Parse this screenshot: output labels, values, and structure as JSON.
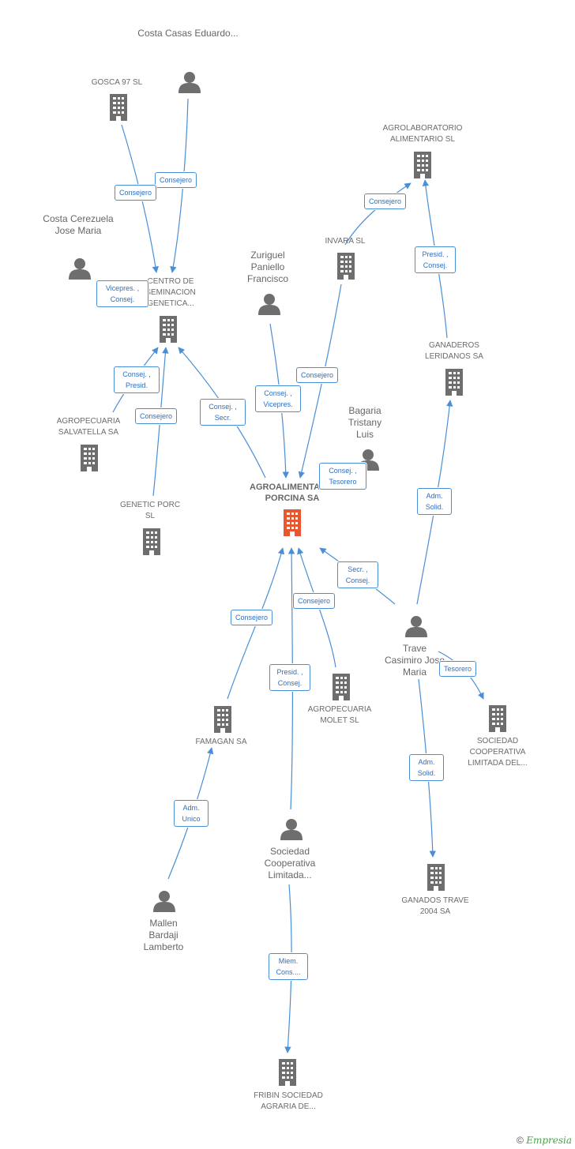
{
  "colors": {
    "edge": "#4a8fd6",
    "icon": "#6e6e6e",
    "center": "#e8572f",
    "label": "#6b6b6b"
  },
  "nodes": {
    "center": {
      "label": "AGROALIMENTARIA PORCINA SA",
      "icon": "building-icon"
    },
    "costa_casas": {
      "label": "Costa Casas Eduardo...",
      "icon": "person-icon"
    },
    "gosca": {
      "label": "GOSCA 97  SL",
      "icon": "building-icon"
    },
    "costa_cerez": {
      "label": "Costa Cerezuela Jose Maria",
      "icon": "person-icon"
    },
    "centro": {
      "label": "CENTRO DE SEMINACION GENETICA...",
      "icon": "building-icon"
    },
    "agrolab": {
      "label": "AGROLABORATORIO ALIMENTARIO SL",
      "icon": "building-icon"
    },
    "invara": {
      "label": "INVARA  SL",
      "icon": "building-icon"
    },
    "zuriguel": {
      "label": "Zuriguel Paniello Francisco",
      "icon": "person-icon"
    },
    "ganaderos": {
      "label": "GANADEROS LERIDANOS SA",
      "icon": "building-icon"
    },
    "bagaria": {
      "label": "Bagaria Tristany Luis",
      "icon": "person-icon"
    },
    "salvatella": {
      "label": "AGROPECUARIA SALVATELLA SA",
      "icon": "building-icon"
    },
    "genetic": {
      "label": "GENETIC PORC SL",
      "icon": "building-icon"
    },
    "trave": {
      "label": "Trave Casimiro Jose Maria",
      "icon": "person-icon"
    },
    "famagan": {
      "label": "FAMAGAN SA",
      "icon": "building-icon"
    },
    "molet": {
      "label": "AGROPECUARIA MOLET  SL",
      "icon": "building-icon"
    },
    "sociedad_coop": {
      "label": "SOCIEDAD COOPERATIVA LIMITADA DEL...",
      "icon": "building-icon"
    },
    "soc_ltda": {
      "label": "Sociedad Cooperativa Limitada...",
      "icon": "person-icon"
    },
    "mallen": {
      "label": "Mallen Bardaji Lamberto",
      "icon": "person-icon"
    },
    "ganados": {
      "label": "GANADOS TRAVE 2004 SA",
      "icon": "building-icon"
    },
    "fribin": {
      "label": "FRIBIN SOCIEDAD AGRARIA DE...",
      "icon": "building-icon"
    }
  },
  "relations": {
    "costa_casas_centro": "Consejero",
    "gosca_centro": "Consejero",
    "costa_cerez_centro": "Vicepres. , Consej.",
    "invara_agrolab": "Consejero",
    "ganaderos_agrolab": "Presid. , Consej.",
    "salvatella_centro": "Consej. , Presid.",
    "genetic_centro": "Consejero",
    "center_centro": "Consej. , Secr.",
    "zuriguel_center": "Consej. , Vicepres.",
    "invara_center": "Consejero",
    "bagaria_center": "Consej. , Tesorero",
    "trave_ganaderos": "Adm. Solid.",
    "trave_center": "Secr. , Consej.",
    "famagan_center": "Consejero",
    "molet_center": "Consejero",
    "soc_ltda_center": "Presid. , Consej.",
    "trave_sociedad": "Tesorero",
    "trave_ganados": "Adm. Solid.",
    "mallen_famagan": "Adm. Unico",
    "soc_ltda_fribin": "Miem. Cons...."
  },
  "footer": {
    "copyright": "©",
    "brand": "Empresia"
  }
}
